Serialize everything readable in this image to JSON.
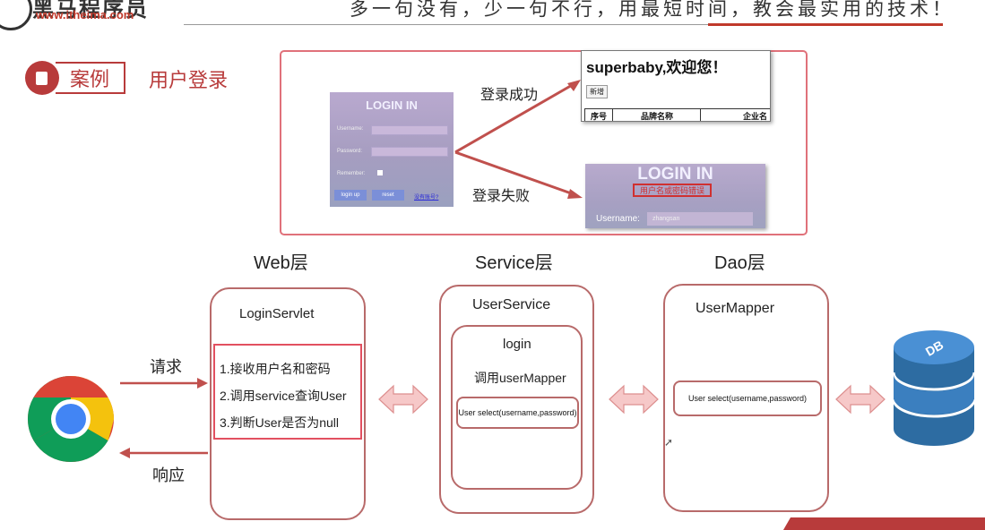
{
  "header": {
    "logo_text": "黑马程序员",
    "logo_url": "www.itheima.com",
    "slogan": "多一句没有，少一句不行，用最短时间，教会最实用的技术！"
  },
  "case": {
    "tag": "案例",
    "title": "用户登录"
  },
  "example": {
    "login_form": {
      "title": "LOGIN IN",
      "username_label": "Username:",
      "password_label": "Password:",
      "remember_label": "Remember:",
      "login_button": "login up",
      "reset_button": "reset",
      "register_link": "没有账号?"
    },
    "success_label": "登录成功",
    "fail_label": "登录失败",
    "success_page": {
      "welcome": "superbaby,欢迎您！",
      "add_button": "新增",
      "columns": [
        "序号",
        "品牌名称",
        "企业名"
      ]
    },
    "fail_page": {
      "title": "LOGIN IN",
      "error": "用户名或密码错误",
      "username_label": "Username:",
      "username_value": "zhangsan"
    }
  },
  "layers": {
    "web": {
      "title": "Web层",
      "box_title": "LoginServlet",
      "steps": [
        "1.接收用户名和密码",
        "2.调用service查询User",
        "3.判断User是否为null"
      ]
    },
    "service": {
      "title": "Service层",
      "box_title": "UserService",
      "method": "login",
      "call": "调用userMapper",
      "select": "User select(username,password)"
    },
    "dao": {
      "title": "Dao层",
      "box_title": "UserMapper",
      "select": "User select(username,password)"
    }
  },
  "flow": {
    "request": "请求",
    "response": "响应"
  },
  "db_label": "DB",
  "colors": {
    "brand_red": "#b83b3b",
    "frame_pink": "#e0717a",
    "box_border": "#b86a6a",
    "arrow_fill": "#f6c8c8"
  },
  "icons": [
    "document-icon",
    "chrome-browser-icon",
    "database-icon",
    "double-arrow-icon",
    "cursor-icon"
  ]
}
